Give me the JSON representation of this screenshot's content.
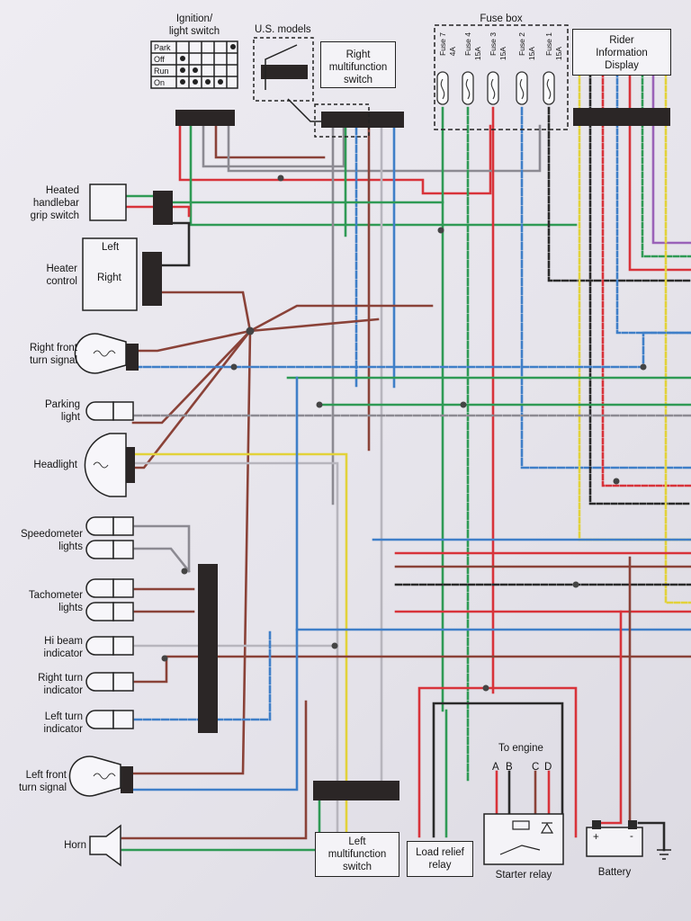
{
  "labels": {
    "ignition": [
      "Ignition/",
      "light switch"
    ],
    "ignition_positions": [
      "Park",
      "Off",
      "Run",
      "On"
    ],
    "us_models": "U.S. models",
    "right_mf_switch": [
      "Right",
      "multifunction",
      "switch"
    ],
    "fuse_box": "Fuse box",
    "fuses": [
      {
        "name": "Fuse 7",
        "rating": "4A"
      },
      {
        "name": "Fuse 4",
        "rating": "15A"
      },
      {
        "name": "Fuse 3",
        "rating": "15A"
      },
      {
        "name": "Fuse 2",
        "rating": "15A"
      },
      {
        "name": "Fuse 1",
        "rating": "15A"
      }
    ],
    "rid": [
      "Rider",
      "Information",
      "Display"
    ],
    "heated_grip": [
      "Heated",
      "handlebar",
      "grip switch"
    ],
    "heater_control": [
      "Heater",
      "control"
    ],
    "heater_left": "Left",
    "heater_right": "Right",
    "right_front_turn": [
      "Right front",
      "turn signal"
    ],
    "parking_light": [
      "Parking",
      "light"
    ],
    "headlight": "Headlight",
    "speedometer_lights": [
      "Speedometer",
      "lights"
    ],
    "tachometer_lights": [
      "Tachometer",
      "lights"
    ],
    "hi_beam": [
      "Hi beam",
      "indicator"
    ],
    "right_turn_ind": [
      "Right turn",
      "indicator"
    ],
    "left_turn_ind": [
      "Left turn",
      "indicator"
    ],
    "left_front_turn": [
      "Left front",
      "turn signal"
    ],
    "horn": "Horn",
    "left_mf_switch": [
      "Left",
      "multifunction",
      "switch"
    ],
    "load_relief": [
      "Load relief",
      "relay"
    ],
    "to_engine": "To engine",
    "relay_pins": [
      "A",
      "B",
      "C",
      "D"
    ],
    "starter_relay": "Starter relay",
    "battery": "Battery",
    "battery_plus": "+",
    "battery_minus": "-"
  },
  "wire_colors": {
    "red": "#d8333a",
    "green": "#2f9a55",
    "blue": "#3f7fc8",
    "brown": "#8a4238",
    "gray": "#8c8a92",
    "yellow": "#e2d23a",
    "black": "#2a2a2a",
    "violet": "#9a62b8"
  }
}
